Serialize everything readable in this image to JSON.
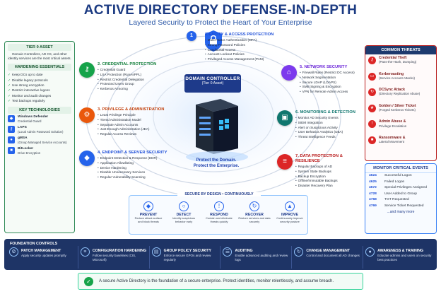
{
  "header": {
    "title": "ACTIVE DIRECTORY DEFENSE-IN-DEPTH",
    "subtitle": "Layered Security to Protect the Heart of Your Enterprise"
  },
  "tier0": {
    "title": "TIER 0 ASSET",
    "description": "Domain Controllers, AD CS, and other identity services are the most critical assets."
  },
  "hardening": {
    "title": "HARDENING ESSENTIALS",
    "items": [
      "Keep DCs up to date",
      "Disable legacy protocols",
      "Use strong encryption",
      "Restrict interactive logons",
      "Monitor and audit changes",
      "Test backups regularly"
    ]
  },
  "technologies": {
    "title": "KEY TECHNOLOGIES",
    "items": [
      {
        "name": "Windows Defender",
        "sub": "Credential Guard",
        "icon": "shield-icon"
      },
      {
        "name": "LAPS",
        "sub": "(Local Admin Password Solution)",
        "icon": "key-icon"
      },
      {
        "name": "gMSA",
        "sub": "(Group Managed Service Accounts)",
        "icon": "users-icon"
      },
      {
        "name": "BitLocker",
        "sub": "Drive Encryption",
        "icon": "lock-icon"
      }
    ]
  },
  "layers": [
    {
      "number": "1",
      "title": "IDENTITY & ACCESS PROTECTION",
      "color": "#2563eb",
      "items": [
        "Multi-Factor Authentication (MFA)",
        "Strong Password Policies",
        "Conditional Access",
        "Account Lockout Policies",
        "Privileged Access Management (PAM)"
      ]
    },
    {
      "number": "2",
      "title": "CREDENTIAL PROTECTION",
      "color": "#16a34a",
      "items": [
        "Credential Guard",
        "LSA Protection (RunAsPPL)",
        "Restrict Credential Delegation",
        "Protected Users Group",
        "Kerberos Armoring"
      ]
    },
    {
      "number": "3",
      "title": "PRIVILEGE & ADMINISTRATION",
      "color": "#ea580c",
      "items": [
        "Least Privilege Principle",
        "Tiered Administration Model",
        "Separate Admin Accounts",
        "Just Enough Administration (JEA)",
        "Regular Access Reviews"
      ]
    },
    {
      "number": "4",
      "title": "ENDPOINT & SERVER SECURITY",
      "color": "#2563eb",
      "items": [
        "Endpoint Detection & Response (EDR)",
        "Application Allowlisting",
        "Device Hardening",
        "Disable Unnecessary Services",
        "Regular Vulnerability Scanning"
      ]
    },
    {
      "number": "5",
      "title": "NETWORK SECURITY",
      "color": "#7c3aed",
      "items": [
        "Firewall Rules (Restrict DC Access)",
        "Network Segmentation",
        "Secure LDAP (LDAPS)",
        "SMB Signing & Encryption",
        "VPN for Remote Admin Access"
      ]
    },
    {
      "number": "6",
      "title": "MONITORING & DETECTION",
      "color": "#0f766e",
      "items": [
        "Monitor AD Security Events",
        "SIEM Integration",
        "Alert on Suspicious Activity",
        "User Behavior Analytics (UBA)",
        "Threat Intelligence Feeds"
      ]
    },
    {
      "number": "7",
      "title": "DATA PROTECTION & RESILIENCE",
      "color": "#dc2626",
      "items": [
        "Regular Backups of AD",
        "System State Backups",
        "Backup Encryption",
        "Offline/Immutable Backups",
        "Disaster Recovery Plan"
      ]
    }
  ],
  "core": {
    "title": "DOMAIN CONTROLLER",
    "subtitle": "(Tier 0 Asset)",
    "tagline1": "Protect the Domain.",
    "tagline2": "Protect the Enterprise."
  },
  "secure_by_design": {
    "title": "SECURE BY DESIGN • CONTINUOUSLY",
    "items": [
      {
        "name": "PREVENT",
        "desc": "Reduce attack surface and block threats",
        "icon": "shield-icon"
      },
      {
        "name": "DETECT",
        "desc": "Identify suspicious behavior early",
        "icon": "magnifier-icon"
      },
      {
        "name": "RESPOND",
        "desc": "Contain and eliminate threats quickly",
        "icon": "alert-icon"
      },
      {
        "name": "RECOVER",
        "desc": "Restore services and data securely",
        "icon": "refresh-icon"
      },
      {
        "name": "IMPROVE",
        "desc": "Continuously improve security posture",
        "icon": "chart-icon"
      }
    ]
  },
  "threats": {
    "title": "COMMON THREATS",
    "items": [
      {
        "name": "Credential Theft",
        "sub": "(Pass-the-Hash, Dumping)"
      },
      {
        "name": "Kerberoasting",
        "sub": "(Service Account Attacks)"
      },
      {
        "name": "DCSync Attack",
        "sub": "(Directory Replication Abuse)"
      },
      {
        "name": "Golden / Silver Ticket",
        "sub": "(Forged Kerberos Tickets)"
      },
      {
        "name": "Admin Abuse &",
        "sub": "Privilege Escalation"
      },
      {
        "name": "Ransomware &",
        "sub": "Lateral Movement"
      }
    ]
  },
  "events": {
    "title": "MONITOR CRITICAL EVENTS",
    "items": [
      {
        "id": "4624",
        "name": "Successful Logon"
      },
      {
        "id": "4625",
        "name": "Failed Logon"
      },
      {
        "id": "4672",
        "name": "Special Privileges Assigned"
      },
      {
        "id": "4728",
        "name": "User Added to Group"
      },
      {
        "id": "4768",
        "name": "TGT Requested"
      },
      {
        "id": "4769",
        "name": "Service Ticket Requested"
      }
    ],
    "more": "...and many more"
  },
  "foundation": {
    "title": "FOUNDATION CONTROLS",
    "items": [
      {
        "name": "PATCH MANAGEMENT",
        "desc": "Apply security updates promptly",
        "icon": "gear-icon"
      },
      {
        "name": "CONFIGURATION HARDENING",
        "desc": "Follow security baselines (CIS, Microsoft)",
        "icon": "sliders-icon"
      },
      {
        "name": "GROUP POLICY SECURITY",
        "desc": "Enforce secure GPOs and review regularly",
        "icon": "document-icon"
      },
      {
        "name": "AUDITING",
        "desc": "Enable advanced auditing and review logs",
        "icon": "list-icon"
      },
      {
        "name": "CHANGE MANAGEMENT",
        "desc": "Control and document all AD changes",
        "icon": "sync-icon"
      },
      {
        "name": "AWARENESS & TRAINING",
        "desc": "Educate admins and users on security best practices",
        "icon": "people-icon"
      }
    ]
  },
  "footer": {
    "text": "A secure Active Directory is the foundation of a secure enterprise. Protect identities, monitor relentlessly, and assume breach."
  }
}
